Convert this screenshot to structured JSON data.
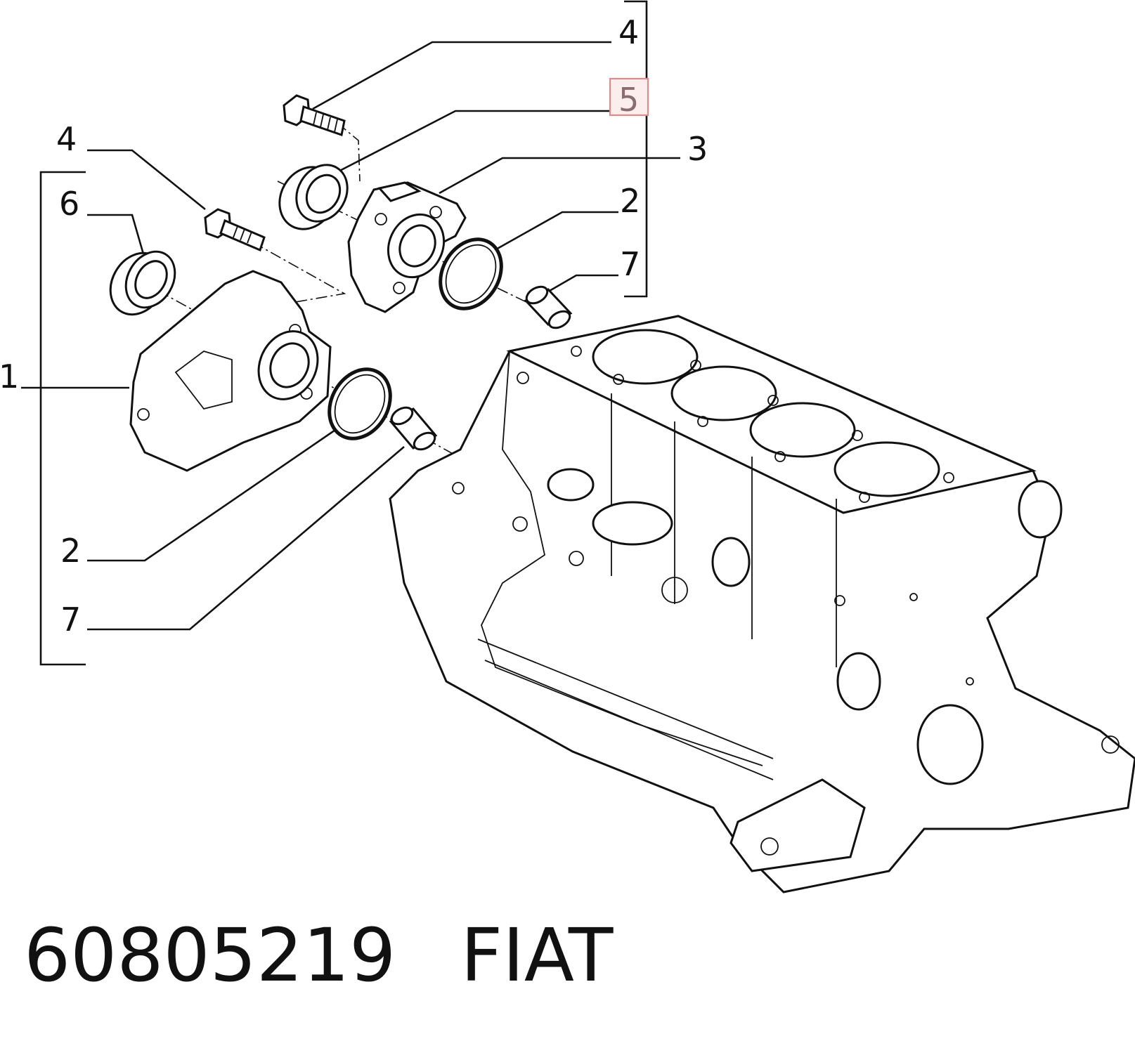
{
  "callouts": {
    "top_4": "4",
    "top_5": "5",
    "top_3": "3",
    "top_2": "2",
    "top_7": "7",
    "left_4": "4",
    "left_6": "6",
    "left_1": "1",
    "left_2": "2",
    "left_7": "7"
  },
  "caption": {
    "part_number": "60805219",
    "brand": "FIAT"
  },
  "colors": {
    "line": "#111111",
    "highlight_box": "#e08a8a",
    "highlight_fill": "#fdeeee"
  }
}
